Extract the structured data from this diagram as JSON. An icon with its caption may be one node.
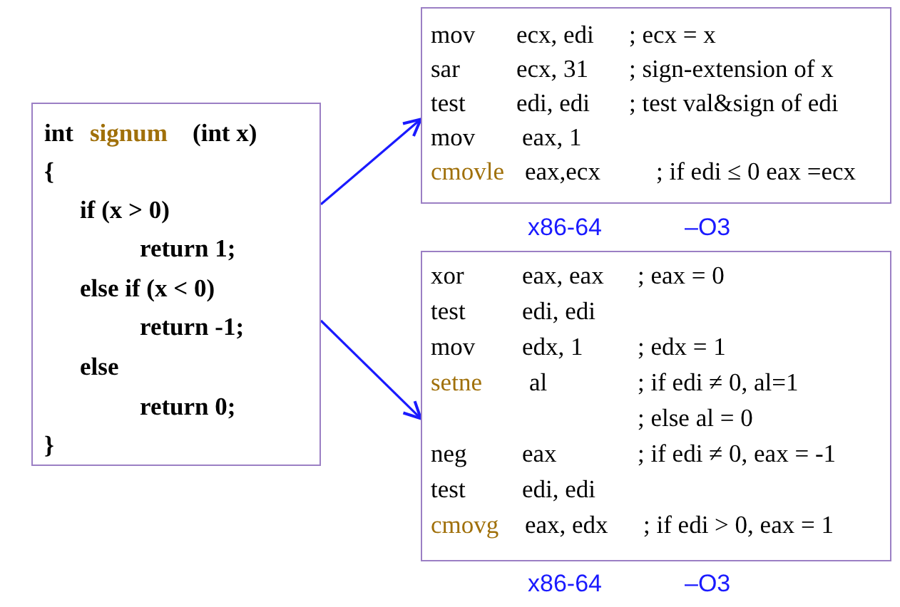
{
  "diagram": {
    "nodes": [
      {
        "text": [
          "int",
          "signum",
          "(int x)",
          "{",
          "if (x > 0)",
          "return 1;",
          "else if (x < 0)",
          "return -1;",
          "else",
          "return 0;",
          "}"
        ]
      },
      {
        "text": [
          "mov",
          "ecx, edi",
          "; ecx = x",
          "sar",
          "ecx, 31",
          "; sign-extension of x",
          "test",
          "edi, edi",
          "; test val&sign of edi",
          "mov",
          "eax, 1",
          "cmovle",
          "eax,ecx",
          "; if edi ≤ 0 eax =ecx"
        ],
        "beside": [
          "x86-64",
          "–O3"
        ]
      },
      {
        "text": [
          "xor",
          "eax, eax",
          "; eax = 0",
          "test",
          "edi, edi",
          "mov",
          "edx, 1",
          "; edx = 1",
          "setne",
          "al",
          "; if edi ≠ 0, al=1",
          "; else al = 0",
          "neg",
          "eax",
          "; if edi ≠ 0, eax = -1",
          "test",
          "edi, edi",
          "cmovg",
          "eax, edx",
          "; if edi > 0, eax = 1"
        ],
        "beside": [
          "x86-64",
          "–O3"
        ]
      }
    ],
    "edges": [
      {
        "from": 0,
        "to": 1,
        "arrow": "to"
      },
      {
        "from": 0,
        "to": 2,
        "arrow": "to"
      }
    ]
  }
}
